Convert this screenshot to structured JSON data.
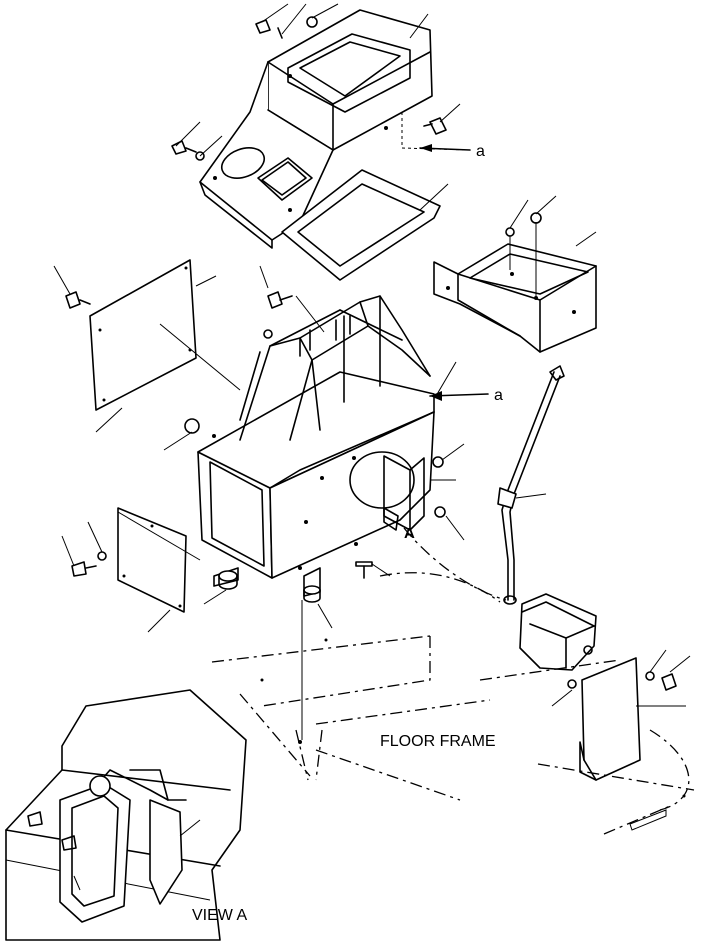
{
  "labels": {
    "ref_a_top": "a",
    "ref_a_mid": "a",
    "view_arrow": "A",
    "floor_frame": "FLOOR FRAME",
    "view_a": "VIEW A"
  }
}
